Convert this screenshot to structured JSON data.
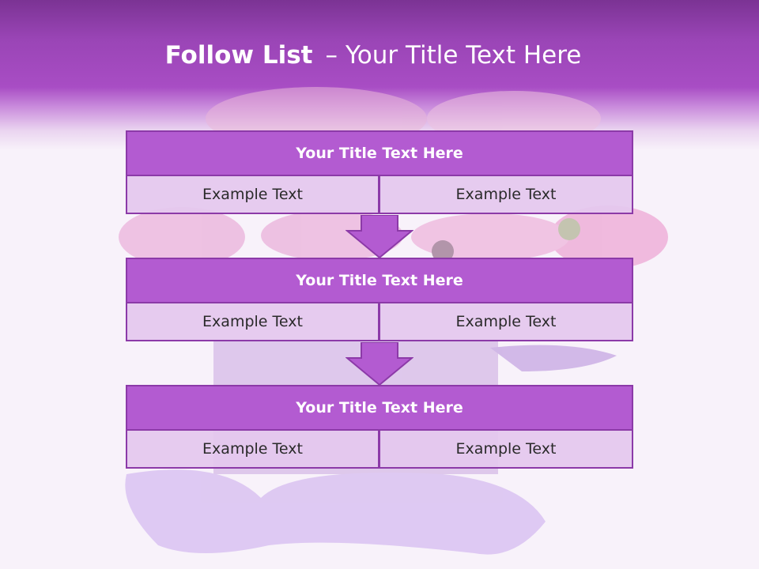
{
  "header": {
    "title_bold": "Follow List",
    "title_sep": "–",
    "title_rest": "Your Title Text Here"
  },
  "blocks": [
    {
      "title": "Your Title Text Here",
      "left": "Example Text",
      "right": "Example Text"
    },
    {
      "title": "Your Title Text Here",
      "left": "Example Text",
      "right": "Example Text"
    },
    {
      "title": "Your Title Text Here",
      "left": "Example Text",
      "right": "Example Text"
    }
  ],
  "colors": {
    "header": "#a84dc4",
    "block_title_bg": "#b35bd1",
    "block_border": "#8c3aa8",
    "cell_bg": "#e4c8ee",
    "arrow": "#b35bd1"
  },
  "decor": {
    "background_image": "pink-flowers-gift-box-with-ribbon"
  }
}
